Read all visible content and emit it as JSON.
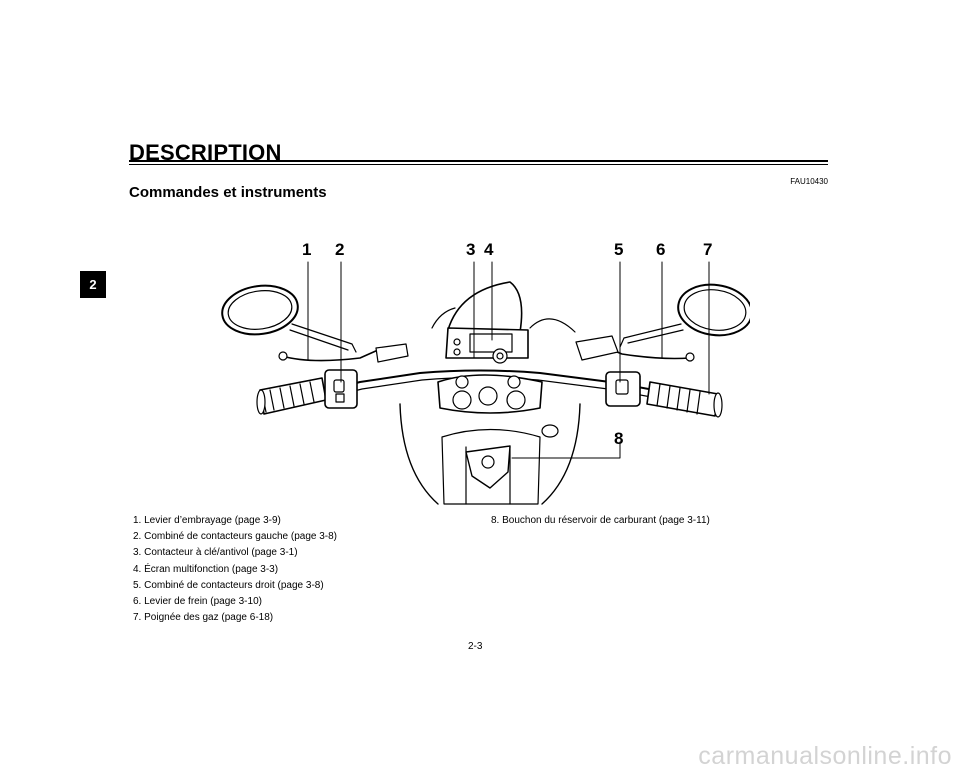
{
  "chapter_tab": "2",
  "section_title": "DESCRIPTION",
  "ref_code": "FAU10430",
  "subtitle": "Commandes et instruments",
  "figure": {
    "callouts": [
      "1",
      "2",
      "3",
      "4",
      "5",
      "6",
      "7",
      "8"
    ]
  },
  "captions": [
    "1. Levier d’embrayage (page 3-9)",
    "2. Combiné de contacteurs gauche (page 3-8)",
    "3. Contacteur à clé/antivol (page 3-1)",
    "4. Écran multifonction (page 3-3)",
    "5. Combiné de contacteurs droit (page 3-8)",
    "6. Levier de frein (page 3-10)",
    "7. Poignée des gaz (page 6-18)",
    "8. Bouchon du réservoir de carburant (page 3-11)"
  ],
  "page_number": "2-3",
  "watermark": "carmanualsonline.info"
}
